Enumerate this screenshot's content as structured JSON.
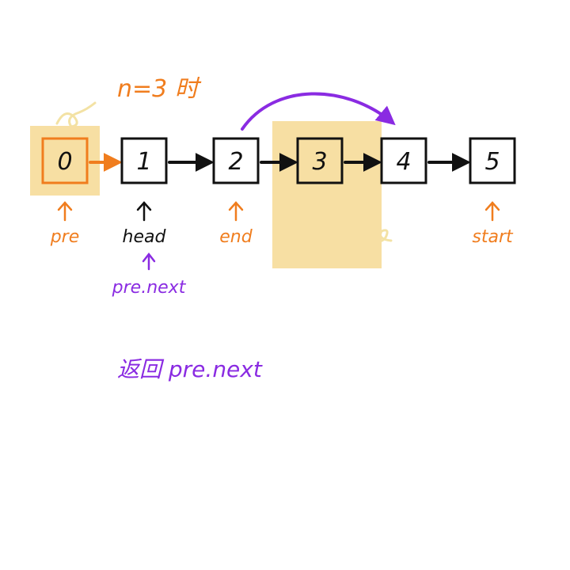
{
  "title": "n=3 时",
  "colors": {
    "orange": "#f07d1e",
    "purple": "#8a2be2",
    "highlight": "#f7dfa3",
    "ink": "#111111",
    "doodle": "#f3e2a4"
  },
  "nodes": [
    {
      "value": "0",
      "highlighted": true,
      "box_color": "orange"
    },
    {
      "value": "1",
      "highlighted": false,
      "box_color": "ink"
    },
    {
      "value": "2",
      "highlighted": false,
      "box_color": "ink"
    },
    {
      "value": "3",
      "highlighted": true,
      "box_color": "ink"
    },
    {
      "value": "4",
      "highlighted": false,
      "box_color": "ink"
    },
    {
      "value": "5",
      "highlighted": false,
      "box_color": "ink"
    }
  ],
  "links": [
    {
      "from": 0,
      "to": 1,
      "color": "orange"
    },
    {
      "from": 1,
      "to": 2,
      "color": "ink"
    },
    {
      "from": 2,
      "to": 3,
      "color": "ink"
    },
    {
      "from": 3,
      "to": 4,
      "color": "ink"
    },
    {
      "from": 4,
      "to": 5,
      "color": "ink"
    }
  ],
  "bypass_link": {
    "from": 2,
    "to": 4,
    "color": "purple"
  },
  "pointers": [
    {
      "node": 0,
      "label": "pre",
      "color": "orange"
    },
    {
      "node": 1,
      "label": "head",
      "color": "ink"
    },
    {
      "node": 2,
      "label": "end",
      "color": "orange"
    },
    {
      "node": 5,
      "label": "start",
      "color": "orange"
    }
  ],
  "secondary_pointer": {
    "node": 1,
    "label": "pre.next",
    "color": "purple"
  },
  "result": "返回 pre.next"
}
